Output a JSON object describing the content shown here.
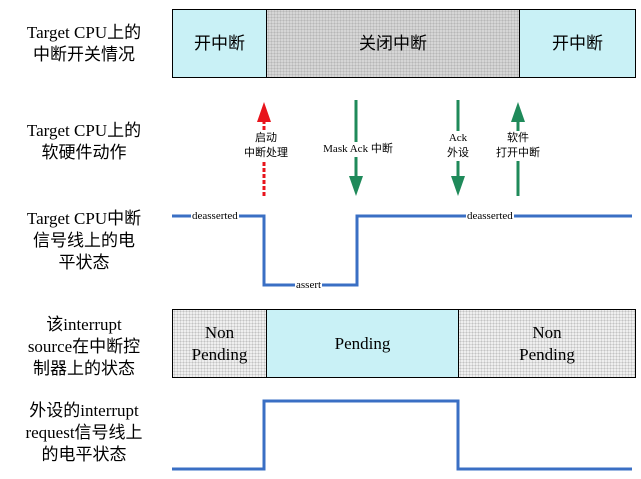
{
  "rows": {
    "enable_state": "Target CPU上的\n中断开关情况",
    "cpu_actions": "Target CPU上的\n软硬件动作",
    "cpu_irq_line": "Target CPU中断\n信号线上的电\n平状态",
    "source_state": "该interrupt\nsource在中断控\n制器上的状态",
    "device_line": "外设的interrupt\nrequest信号线上\n的电平状态"
  },
  "enable_bar": {
    "open_1": "开中断",
    "closed": "关闭中断",
    "open_2": "开中断"
  },
  "actions": {
    "start_isr": "启动\n中断处理",
    "mask_ack": "Mask Ack 中断",
    "ack_device": "Ack\n外设",
    "sw_enable": "软件\n打开中断"
  },
  "cpu_line": {
    "deasserted_1": "deasserted",
    "assert": "assert",
    "deasserted_2": "deasserted"
  },
  "source_bar": {
    "non_pending_1": "Non\nPending",
    "pending": "Pending",
    "non_pending_2": "Non\nPending"
  },
  "colors": {
    "cyan": "#c9f1f6",
    "grey": "#d6d6d6",
    "light_grey": "#efefef",
    "red_arrow": "#e8141c",
    "green_arrow": "#1f8a5a",
    "signal_blue": "#3a6fc4"
  }
}
